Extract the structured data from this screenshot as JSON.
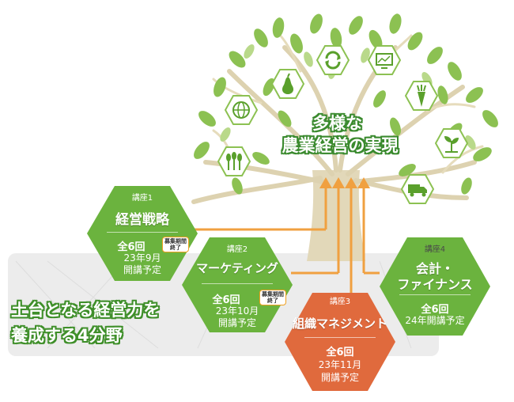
{
  "center": {
    "line1": "多様な",
    "line2": "農業経営の実現"
  },
  "tagline": {
    "line1": "土台となる経営力を",
    "line2": "養成する4分野"
  },
  "courses": [
    {
      "label": "講座1",
      "title": "経営戦略",
      "count": "全6回",
      "schedule1": "23年9月",
      "schedule2": "開講予定",
      "badge1": "募集期間",
      "badge2": "終了"
    },
    {
      "label": "講座2",
      "title": "マーケティング",
      "count": "全6回",
      "schedule1": "23年10月",
      "schedule2": "開講予定",
      "badge1": "募集期間",
      "badge2": "終了"
    },
    {
      "label": "講座3",
      "title": "組織マネジメント",
      "count": "全6回",
      "schedule1": "23年11月",
      "schedule2": "開講予定"
    },
    {
      "label": "講座4",
      "title1": "会計・",
      "title2": "ファイナンス",
      "count": "全6回",
      "schedule1": "24年開講予定"
    }
  ],
  "icons": [
    "wheat-icon",
    "globe-icon",
    "pear-icon",
    "recycle-icon",
    "monitor-icon",
    "carrot-icon",
    "sprout-icon",
    "truck-icon"
  ],
  "colors": {
    "green": "#6bb33e",
    "dark_green": "#3f8f2a",
    "orange": "#e06a3d",
    "arrow": "#f0a040",
    "leaf": "#8cc152",
    "branch": "#d9cfae"
  }
}
